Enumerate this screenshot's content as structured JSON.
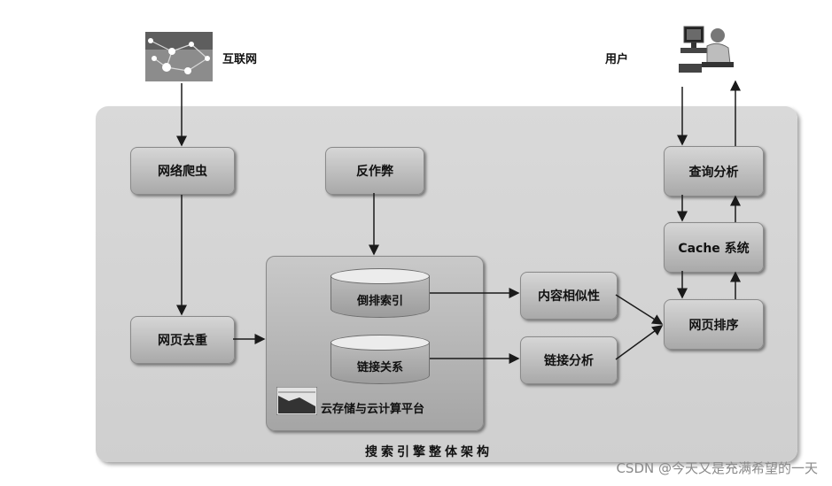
{
  "labels": {
    "internet": "互联网",
    "user": "用户",
    "crawler": "网络爬虫",
    "anti_spam": "反作弊",
    "dedup": "网页去重",
    "inverted_index": "倒排索引",
    "link_relation": "链接关系",
    "cloud_platform": "云存储与云计算平台",
    "content_similarity": "内容相似性",
    "link_analysis": "链接分析",
    "query_analysis": "查询分析",
    "cache_system": "Cache 系统",
    "page_ranking": "网页排序",
    "caption": "搜索引擎整体架构"
  },
  "watermark": "CSDN @今天又是充满希望的一天",
  "icons": [
    "network-globe-icon",
    "user-computer-icon",
    "cloud-chart-icon"
  ]
}
